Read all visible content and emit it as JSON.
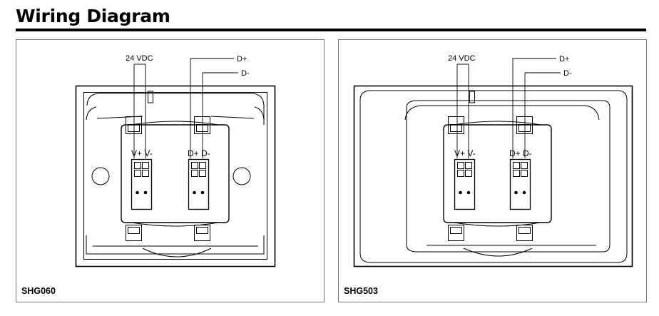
{
  "title": "Wiring Diagram",
  "panels": [
    {
      "model": "SHG060",
      "supply_label": "24 VDC",
      "data_plus_label": "D+",
      "data_minus_label": "D-",
      "terminal_power_label": "V+ V-",
      "terminal_data_label": "D+ D-"
    },
    {
      "model": "SHG503",
      "supply_label": "24 VDC",
      "data_plus_label": "D+",
      "data_minus_label": "D-",
      "terminal_power_label": "V+ V-",
      "terminal_data_label": "D+ D-"
    }
  ]
}
